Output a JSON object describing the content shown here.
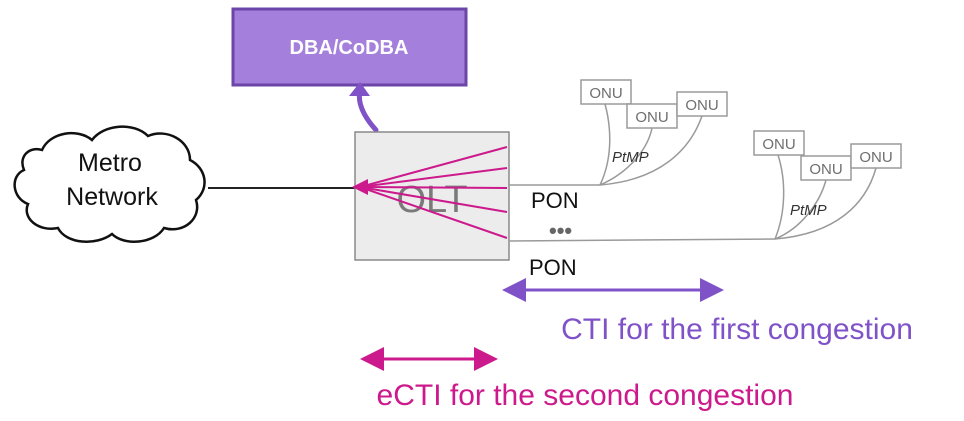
{
  "dba_box": {
    "label": "DBA/CoDBA",
    "fill": "#a47fdc",
    "stroke": "#6b45a8"
  },
  "metro_network": {
    "line1": "Metro",
    "line2": "Network"
  },
  "olt": {
    "label": "OLT",
    "fill": "#ececec"
  },
  "pon_labels": [
    "PON",
    "PON"
  ],
  "pon_ellipsis": "•••",
  "onu_groups": [
    {
      "onus": [
        "ONU",
        "ONU",
        "ONU"
      ],
      "ptmp_label": "PtMP"
    },
    {
      "onus": [
        "ONU",
        "ONU",
        "ONU"
      ],
      "ptmp_label": "PtMP"
    }
  ],
  "cti": {
    "label": "CTI for the first congestion",
    "color": "#8052c8"
  },
  "ecti": {
    "label": "eCTI for the second congestion",
    "color": "#cc1a8c"
  }
}
